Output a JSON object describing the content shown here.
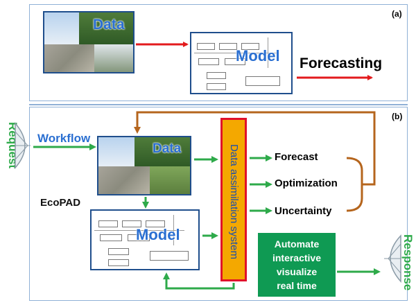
{
  "panel_a": {
    "label": "(a)",
    "data_label": "Data",
    "model_label": "Model",
    "forecasting_label": "Forecasting"
  },
  "panel_b": {
    "label": "(b)",
    "request_label": "Request",
    "response_label": "Response",
    "workflow_label": "Workflow",
    "data_label": "Data",
    "model_label": "Model",
    "ecopad_label": "EcoPAD",
    "das_label": "Data assimilation system",
    "outputs": [
      "Forecast",
      "Optimization",
      "Uncertainty"
    ],
    "automate_lines": [
      "Automate",
      "interactive",
      "visualize",
      "real time"
    ]
  },
  "colors": {
    "panel_border": "#8fb0d6",
    "arrow_red": "#e31a1c",
    "arrow_green": "#2eaa4a",
    "arrow_brown": "#b5651d",
    "das_fill": "#f4a800",
    "das_border": "#e0102a",
    "automate_fill": "#0f9a53",
    "data_text": "#2a6fd1"
  },
  "icons": [
    "satellite-dish-icon-left",
    "satellite-dish-icon-right"
  ]
}
